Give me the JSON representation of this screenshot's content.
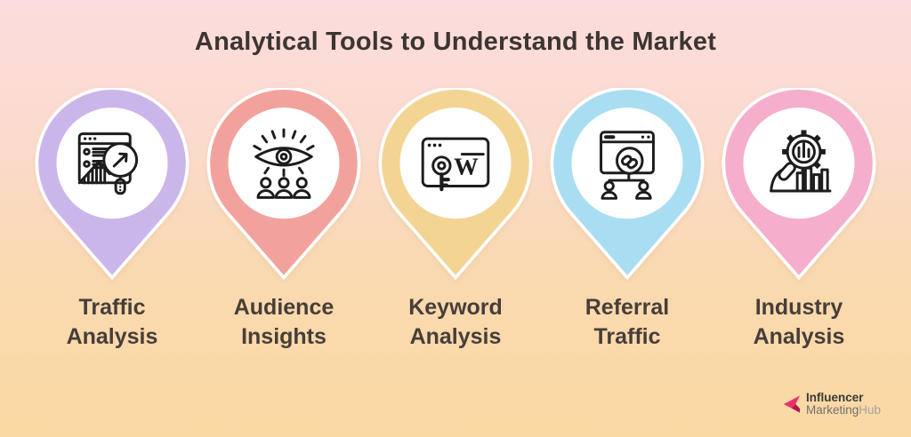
{
  "title": "Analytical Tools to Understand the Market",
  "colors": {
    "background_top": "#fcdcdd",
    "background_bottom": "#fbd9a3",
    "title_text": "#3d3532",
    "label_text": "#473e3a",
    "icon_stroke": "#1c1c1c",
    "pin_inner_circle": "#ffffff",
    "logo_arrow_pink": "#e8336d",
    "logo_arrow_fold": "#a81b4d"
  },
  "items": [
    {
      "label_line1": "Traffic",
      "label_line2": "Analysis",
      "icon": "traffic-analysis-icon",
      "color": "#cbb6ea"
    },
    {
      "label_line1": "Audience",
      "label_line2": "Insights",
      "icon": "audience-insights-icon",
      "color": "#f2a29c"
    },
    {
      "label_line1": "Keyword",
      "label_line2": "Analysis",
      "icon": "keyword-analysis-icon",
      "color": "#f3d493",
      "keyword_letter": "W"
    },
    {
      "label_line1": "Referral",
      "label_line2": "Traffic",
      "icon": "referral-traffic-icon",
      "color": "#a9ddf1"
    },
    {
      "label_line1": "Industry",
      "label_line2": "Analysis",
      "icon": "industry-analysis-icon",
      "color": "#f5aecb"
    }
  ],
  "logo": {
    "line1": "Influencer",
    "line2_part1": "Marketing",
    "line2_part2": "Hub"
  }
}
